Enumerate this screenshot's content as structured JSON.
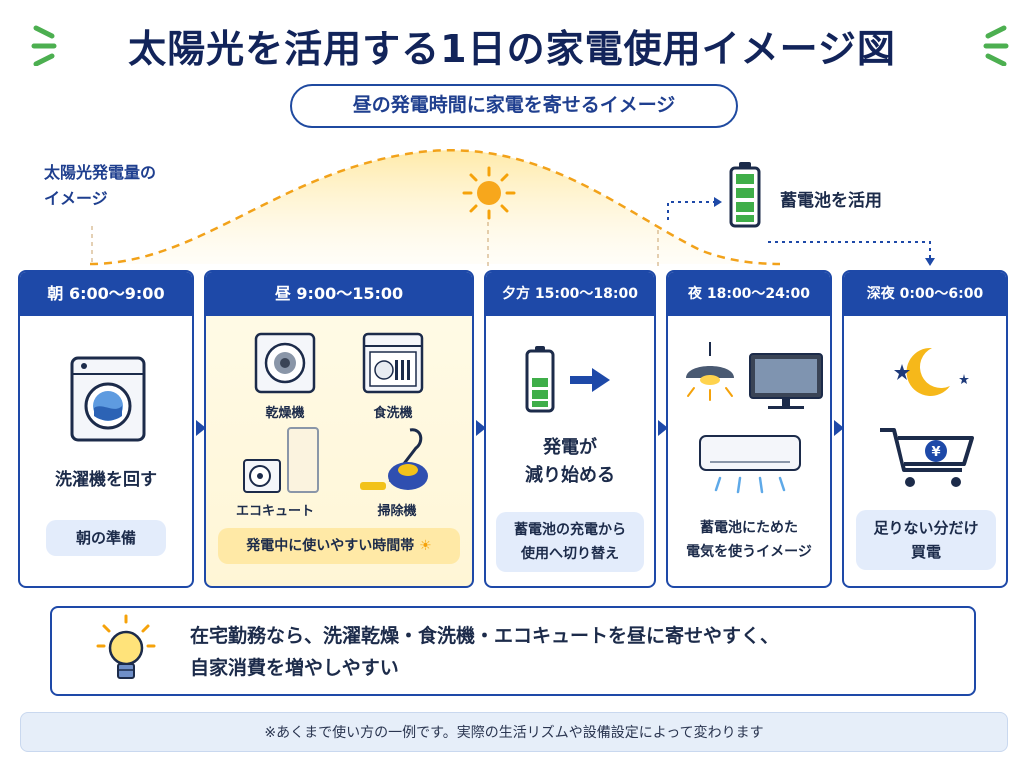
{
  "title": "太陽光を活用する1日の家電使用イメージ図",
  "subtitle": "昼の発電時間に家電を寄せるイメージ",
  "solar_label": [
    "太陽光発電量の",
    "イメージ"
  ],
  "battery_label": "蓄電池を活用",
  "icons": [
    "sparkle-icon",
    "sun-icon",
    "battery-icon",
    "washing-machine-icon",
    "dryer-icon",
    "dishwasher-icon",
    "heat-pump-icon",
    "vacuum-icon",
    "arrow-right-icon",
    "ceiling-lamp-icon",
    "tv-icon",
    "air-conditioner-icon",
    "moon-icon",
    "cart-yen-icon",
    "lightbulb-icon"
  ],
  "colors": {
    "primary": "#1e49a8",
    "sun": "#f5a20a",
    "battery": "#3fae49",
    "pill": "#e3ecfb",
    "noon_pill": "#ffe9a6"
  },
  "panels": {
    "morning": {
      "header": "朝 6:00〜9:00",
      "main": "洗濯機を回す",
      "pill": "朝の準備"
    },
    "noon": {
      "header": "昼 9:00〜15:00",
      "appliances": [
        "乾燥機",
        "食洗機",
        "エコキュート",
        "掃除機"
      ],
      "pill": "発電中に使いやすい時間帯"
    },
    "evening": {
      "header": "夕方 15:00〜18:00",
      "main": [
        "発電が",
        "減り始める"
      ],
      "pill": [
        "蓄電池の充電から",
        "使用へ切り替え"
      ]
    },
    "night": {
      "header": "夜 18:00〜24:00",
      "pill": [
        "蓄電池にためた",
        "電気を使うイメージ"
      ]
    },
    "midnight": {
      "header": "深夜 0:00〜6:00",
      "pill": [
        "足りない分だけ",
        "買電"
      ]
    }
  },
  "tip": [
    "在宅勤務なら、洗濯乾燥・食洗機・エコキュートを昼に寄せやすく、",
    "自家消費を増やしやすい"
  ],
  "note": "※あくまで使い方の一例です。実際の生活リズムや設備設定によって変わります"
}
